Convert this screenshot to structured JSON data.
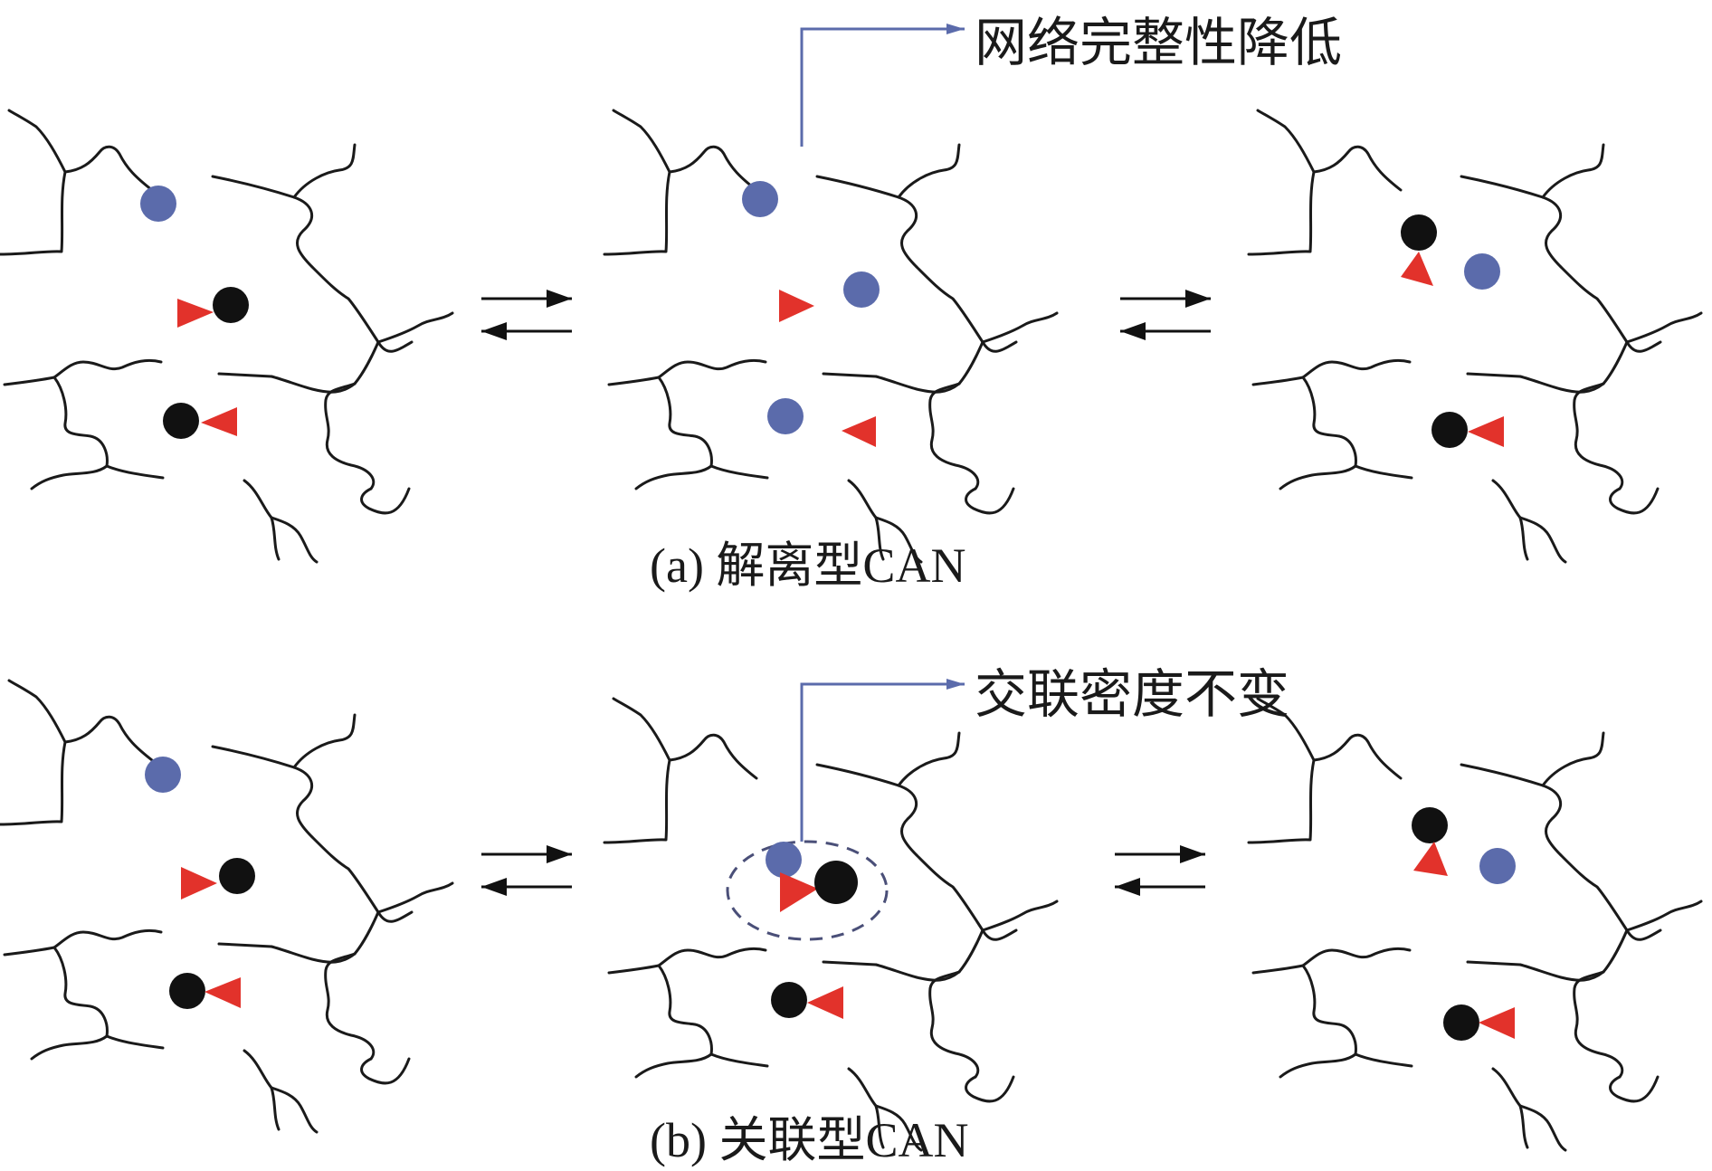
{
  "annotations": {
    "a": "网络完整性降低",
    "b": "交联密度不变"
  },
  "captions": {
    "a": "(a) 解离型CAN",
    "b": "(b) 关联型CAN"
  },
  "colors": {
    "chain": "#1a1a1a",
    "blue_group": "#5b6bab",
    "black_group": "#111111",
    "red_group": "#e2322b",
    "pointer": "#5b6bab",
    "dashed_circle": "#4a4f78"
  },
  "icons": [
    "chain-line",
    "blue-circle",
    "black-circle",
    "red-triangle",
    "equilibrium-arrow",
    "pointer-arrow",
    "dashed-circle"
  ]
}
